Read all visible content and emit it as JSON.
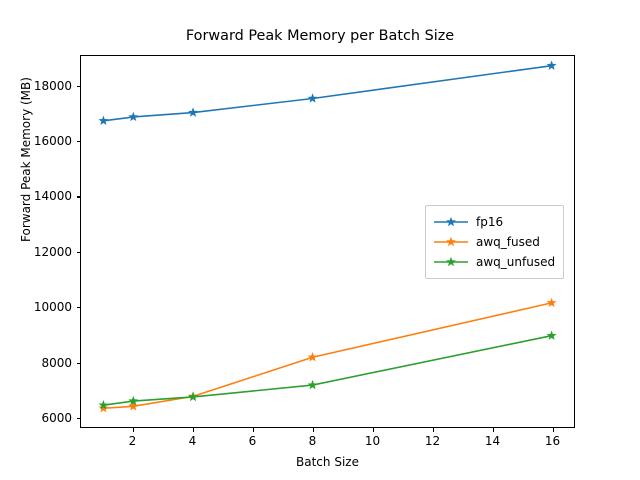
{
  "chart_data": {
    "type": "line",
    "title": "Forward Peak Memory per Batch Size",
    "xlabel": "Batch Size",
    "ylabel": "Forward Peak Memory (MB)",
    "x": [
      1,
      2,
      4,
      8,
      16
    ],
    "xlim": [
      0.25,
      16.75
    ],
    "ylim": [
      5650,
      19100
    ],
    "xticks": [
      2,
      4,
      6,
      8,
      10,
      12,
      14,
      16
    ],
    "xtick_labels": [
      "2",
      "4",
      "6",
      "8",
      "10",
      "12",
      "14",
      "16"
    ],
    "yticks": [
      6000,
      8000,
      10000,
      12000,
      14000,
      16000,
      18000
    ],
    "ytick_labels": [
      "6000",
      "8000",
      "10000",
      "12000",
      "14000",
      "16000",
      "18000"
    ],
    "grid": false,
    "legend_position": "center right",
    "marker": "star",
    "series": [
      {
        "name": "fp16",
        "color": "#1f77b4",
        "values": [
          16750,
          16890,
          17050,
          17560,
          18750
        ]
      },
      {
        "name": "awq_fused",
        "color": "#ff7f0e",
        "values": [
          6330,
          6400,
          6760,
          8180,
          10150
        ]
      },
      {
        "name": "awq_unfused",
        "color": "#2ca02c",
        "values": [
          6440,
          6590,
          6740,
          7170,
          8960
        ]
      }
    ]
  },
  "legend": {
    "items": [
      {
        "label": "fp16"
      },
      {
        "label": "awq_fused"
      },
      {
        "label": "awq_unfused"
      }
    ]
  }
}
